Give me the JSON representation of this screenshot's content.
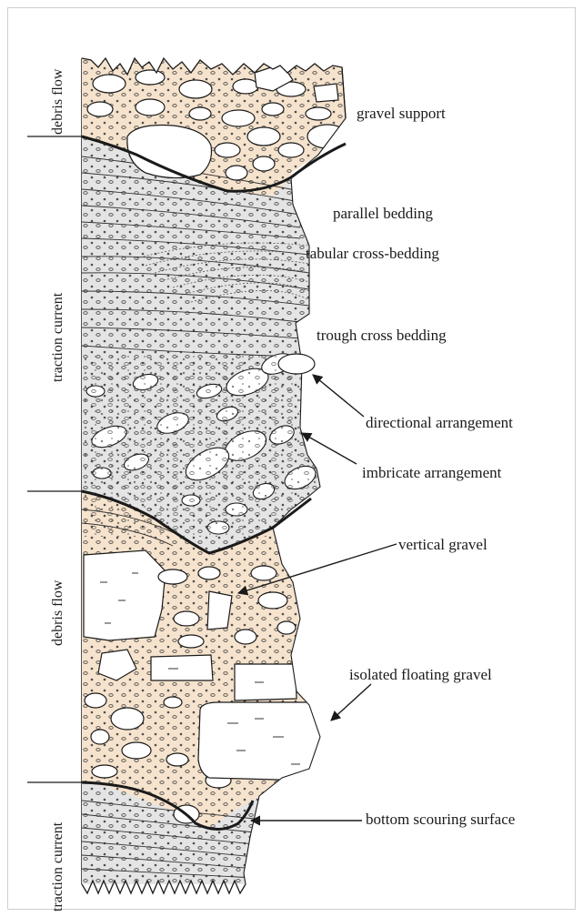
{
  "zones": {
    "debris_flow_upper": "debris flow",
    "traction_current_upper": "traction current",
    "debris_flow_lower": "debris flow",
    "traction_current_lower": "traction current"
  },
  "annotations": {
    "gravel_support": "gravel support",
    "parallel_bedding": "parallel bedding",
    "tabular_cross_bedding": "tabular cross-bedding",
    "trough_cross_bedding": "trough cross bedding",
    "directional_arrangement": "directional arrangement",
    "imbricate_arrangement": "imbricate arrangement",
    "vertical_gravel": "vertical gravel",
    "isolated_floating_gravel": "isolated floating gravel",
    "bottom_scouring_surface": "bottom scouring surface"
  },
  "colors": {
    "debris_flow_fill": "#f6e3cd",
    "traction_current_fill": "#e4e4e4",
    "clast_fill": "#ffffff",
    "outline": "#1a1a1a"
  }
}
